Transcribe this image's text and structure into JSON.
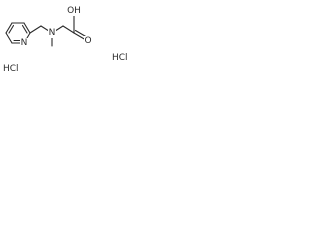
{
  "structure": {
    "atoms": {
      "ring_nitrogen": "N",
      "amine_nitrogen": "N",
      "hydroxyl_oxygen": "OH",
      "carbonyl_oxygen": "O"
    },
    "salts": [
      "HCl",
      "HCl"
    ]
  }
}
